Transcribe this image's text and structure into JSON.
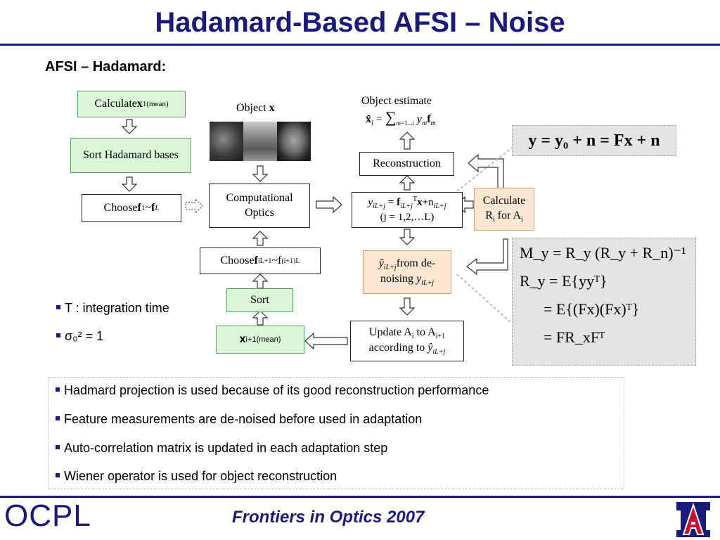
{
  "slide": {
    "title": "Hadamard-Based AFSI – Noise",
    "subtitle": "AFSI – Hadamard:",
    "footer": "Frontiers in Optics 2007",
    "logo_text": "OCPL"
  },
  "colors": {
    "navy": "#1a1a7c",
    "green_box": "#dcf5d9",
    "peach_box": "#fde7d2",
    "eq_panel": "#e4e4e4",
    "logo_red": "#c8102e"
  },
  "flow": {
    "calc_mean": {
      "text": "Calculate ",
      "var": "x",
      "sub": "1",
      "sup": "(mean)"
    },
    "sort_hadamard": "Sort Hadamard bases",
    "choose_f": {
      "text": "Choose ",
      "var1": "f",
      "sub1": "1",
      "tilde": "~",
      "var2": "f",
      "sub2": "L"
    },
    "object_label": {
      "text": "Object ",
      "var": "x"
    },
    "comp_optics": "Computational Optics",
    "choose_f_next": {
      "text": "Choose ",
      "var": "f",
      "sub1": "iL+1",
      "tilde": "~f",
      "sub2": "(i+1)L"
    },
    "sort": "Sort",
    "x_next": {
      "var": "x",
      "sub": "i+1",
      "sup": "(mean)"
    },
    "object_estimate": "Object estimate",
    "reconstruction": "Reconstruction",
    "measurement": {
      "y": "y",
      "ysub": "iL+j",
      "eq": " = ",
      "f": "f",
      "fsub": "iL+j",
      "rest": "x+",
      "n": "n",
      "nsub": "iL+j",
      "range": "(j = 1,2,…L)"
    },
    "denoise": {
      "yhat": "ŷ",
      "ysub": "iL+j",
      "text1": "from de-",
      "text2": "noising ",
      "y": "y",
      "ysub2": "iL+j"
    },
    "update": {
      "text1": "Update A",
      "sub1": "i",
      "text2": " to A",
      "sub2": "i+1",
      "text3": "according to ",
      "yhat": "ŷ",
      "ysub": "iL+j"
    },
    "calc_R": {
      "line1": "Calculate",
      "line2": "R",
      "sub": "i",
      "line3": " for A",
      "sub2": "i"
    }
  },
  "equations": {
    "model": "y = y₀ + n = Fx + n",
    "wiener": "M_y = R_y (R_y + R_n)⁻¹",
    "ry1": "R_y = E{yyᵀ}",
    "ry2": "= E{(Fx)(Fx)ᵀ}",
    "ry3": "= FR_xFᵀ"
  },
  "side_bullets": [
    "T : integration time",
    "σ₀² = 1"
  ],
  "notes": [
    "Hadmard projection is used because of its good reconstruction performance",
    "Feature measurements are de-noised before used in adaptation",
    "Auto-correlation matrix is updated in each adaptation step",
    "Wiener operator is used for object reconstruction"
  ]
}
